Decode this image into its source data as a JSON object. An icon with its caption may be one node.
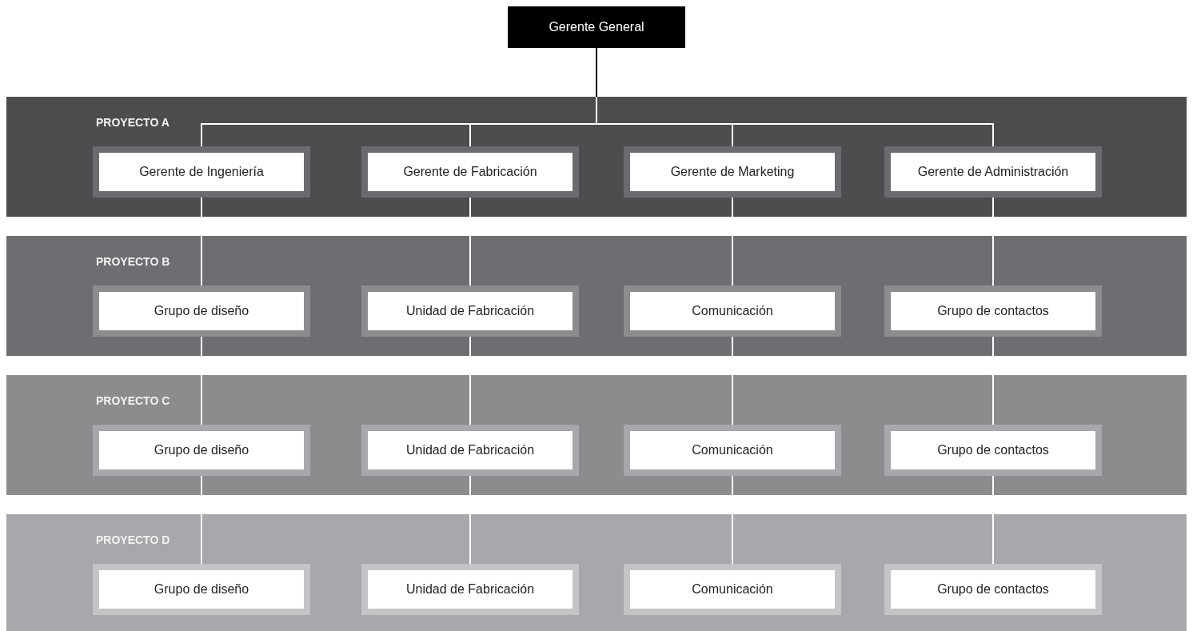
{
  "diagram": {
    "nodes": [
      {
        "text": [
          "Gerente General"
        ]
      },
      {
        "text": [
          "PROYECTO A"
        ]
      },
      {
        "text": [
          "Gerente de Ingeniería"
        ],
        "in": 1
      },
      {
        "text": [
          "Gerente de Fabricación"
        ],
        "in": 1
      },
      {
        "text": [
          "Gerente de Marketing"
        ],
        "in": 1
      },
      {
        "text": [
          "Gerente de Administración"
        ],
        "in": 1
      },
      {
        "text": [
          "PROYECTO B"
        ]
      },
      {
        "text": [
          "Grupo de diseño"
        ],
        "in": 6
      },
      {
        "text": [
          "Unidad de Fabricación"
        ],
        "in": 6
      },
      {
        "text": [
          "Comunicación"
        ],
        "in": 6
      },
      {
        "text": [
          "Grupo de contactos"
        ],
        "in": 6
      },
      {
        "text": [
          "PROYECTO C"
        ]
      },
      {
        "text": [
          "Grupo de diseño"
        ],
        "in": 11
      },
      {
        "text": [
          "Unidad de Fabricación"
        ],
        "in": 11
      },
      {
        "text": [
          "Comunicación"
        ],
        "in": 11
      },
      {
        "text": [
          "Grupo de contactos"
        ],
        "in": 11
      },
      {
        "text": [
          "PROYECTO D"
        ]
      },
      {
        "text": [
          "Grupo de diseño"
        ],
        "in": 16
      },
      {
        "text": [
          "Unidad de Fabricación"
        ],
        "in": 16
      },
      {
        "text": [
          "Comunicación"
        ],
        "in": 16
      },
      {
        "text": [
          "Grupo de contactos"
        ],
        "in": 16
      }
    ],
    "edges": [
      {
        "from": 0,
        "to": 2,
        "arrow": "none"
      },
      {
        "from": 0,
        "to": 3,
        "arrow": "none"
      },
      {
        "from": 0,
        "to": 4,
        "arrow": "none"
      },
      {
        "from": 0,
        "to": 5,
        "arrow": "none"
      },
      {
        "from": 2,
        "to": 7,
        "arrow": "none"
      },
      {
        "from": 3,
        "to": 8,
        "arrow": "none"
      },
      {
        "from": 4,
        "to": 9,
        "arrow": "none"
      },
      {
        "from": 5,
        "to": 10,
        "arrow": "none"
      },
      {
        "from": 7,
        "to": 12,
        "arrow": "none"
      },
      {
        "from": 8,
        "to": 13,
        "arrow": "none"
      },
      {
        "from": 9,
        "to": 14,
        "arrow": "none"
      },
      {
        "from": 10,
        "to": 15,
        "arrow": "none"
      },
      {
        "from": 12,
        "to": 17,
        "arrow": "none"
      },
      {
        "from": 13,
        "to": 18,
        "arrow": "none"
      },
      {
        "from": 14,
        "to": 19,
        "arrow": "none"
      },
      {
        "from": 15,
        "to": 20,
        "arrow": "none"
      }
    ]
  }
}
